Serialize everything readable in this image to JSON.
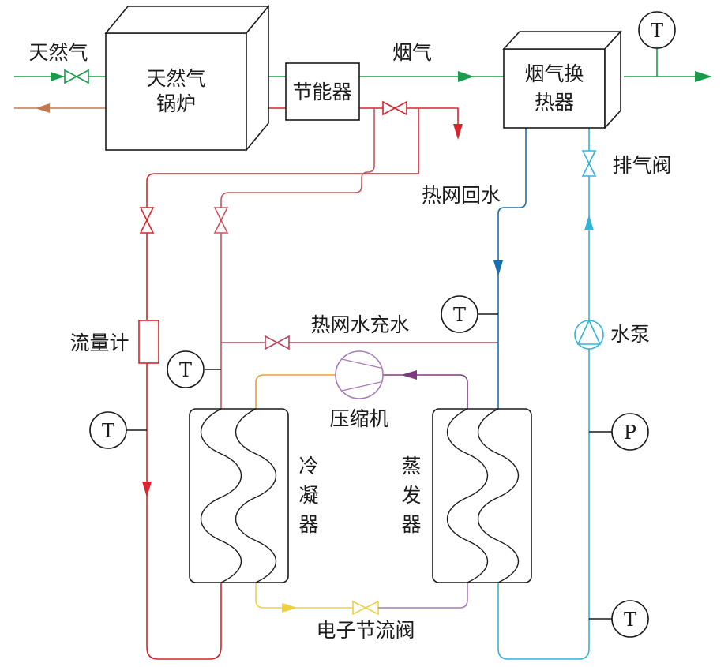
{
  "labels": {
    "natural_gas": "天然气",
    "boiler_line1": "天然气",
    "boiler_line2": "锅炉",
    "economizer": "节能器",
    "flue_gas": "烟气",
    "flue_hx_line1": "烟气换",
    "flue_hx_line2": "热器",
    "return_water": "热网回水",
    "vent_valve": "排气阀",
    "flow_meter": "流量计",
    "makeup_water": "热网水充水",
    "water_pump": "水泵",
    "compressor": "压缩机",
    "condenser": [
      "冷",
      "凝",
      "器"
    ],
    "evaporator": [
      "蒸",
      "发",
      "器"
    ],
    "expansion_valve": "电子节流阀"
  },
  "meters": {
    "temp": "T",
    "pressure": "P"
  },
  "colors": {
    "gas": "#1a9b4b",
    "gas_return": "#c07a4e",
    "hot": "#d9232d",
    "warm": "#c8555d",
    "pink": "#b8445e",
    "dark_blue": "#1a6fae",
    "light_blue": "#35b3d6",
    "purple": "#7e3a7a",
    "orange": "#e8a035",
    "yellow": "#f0d042",
    "lavender": "#a77bb8"
  }
}
